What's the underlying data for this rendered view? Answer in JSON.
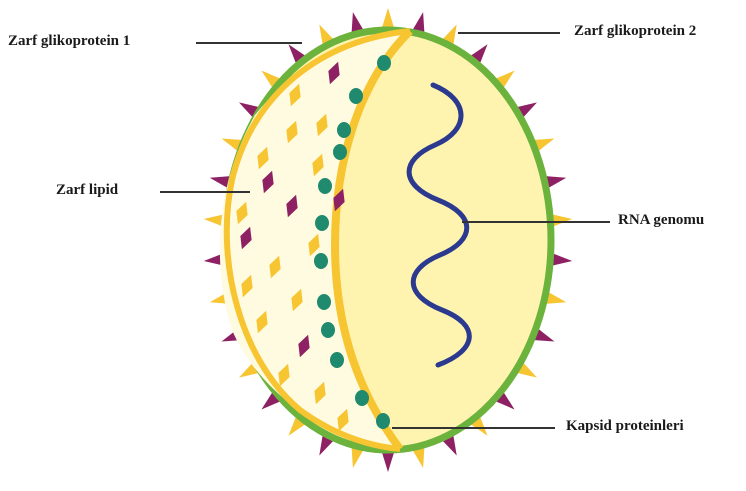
{
  "labels": {
    "envelope_glycoprotein_1": "Zarf glikoprotein 1",
    "envelope_glycoprotein_2": "Zarf glikoprotein 2",
    "envelope_lipid": "Zarf lipid",
    "rna_genome": "RNA genomu",
    "capsid_proteins": "Kapsid proteinleri"
  },
  "colors": {
    "envelope_outline": "#6cb33e",
    "inner_fill": "#fff3b0",
    "lipid_region_fill": "#fffbe0",
    "yellow_layer": "#f7c531",
    "spike_yellow": "#f7c531",
    "spike_purple": "#8e2163",
    "lipid_purple": "#8e2163",
    "capsid_dots": "#1f8a6e",
    "rna": "#2b3a8f",
    "leader_lines": "#333333"
  }
}
